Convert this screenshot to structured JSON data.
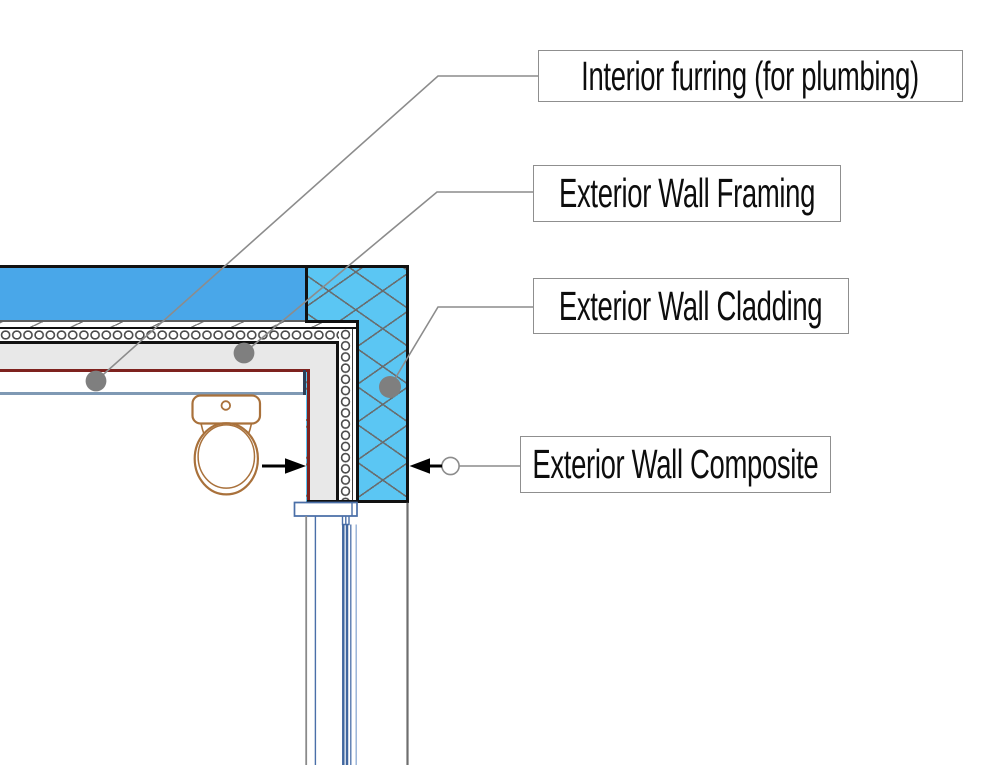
{
  "callouts": [
    {
      "id": "interior-furring",
      "text": "Interior furring (for plumbing)"
    },
    {
      "id": "exterior-wall-framing",
      "text": "Exterior Wall Framing"
    },
    {
      "id": "exterior-wall-cladding",
      "text": "Exterior Wall Cladding"
    },
    {
      "id": "exterior-wall-composite",
      "text": "Exterior Wall Composite"
    }
  ],
  "colors": {
    "cladding_solid": "#49A7E9",
    "cladding_hatch_fill": "#5BC6F3",
    "hatch_line": "#696969",
    "framing_fill": "#E8E8E8",
    "barrier_line": "#7E221E",
    "interior_finish_line": "#7F99B4",
    "outline": "#111111",
    "leader_line": "#8C8C8C",
    "leader_dot": "#7F7F7F",
    "fixture_outline": "#A9713B",
    "window_frame": "#4A6FA8",
    "arrow": "#000000",
    "callout_border": "#8F8F8F"
  }
}
